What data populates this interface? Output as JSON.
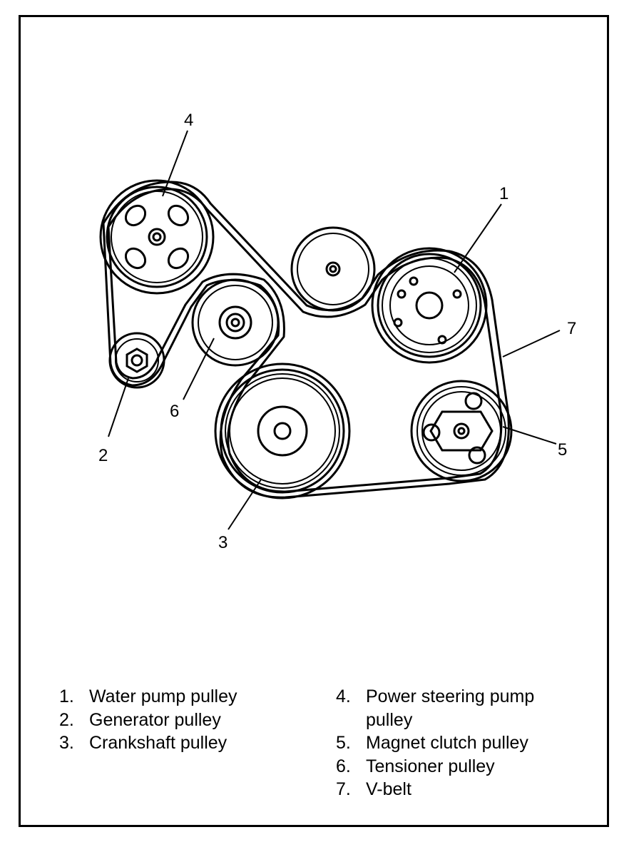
{
  "callouts": [
    "4",
    "1",
    "7",
    "2",
    "6",
    "5",
    "3"
  ],
  "legend": {
    "left": [
      {
        "num": "1.",
        "text": "Water pump pulley"
      },
      {
        "num": "2.",
        "text": "Generator pulley"
      },
      {
        "num": "3.",
        "text": "Crankshaft pulley"
      }
    ],
    "right": [
      {
        "num": "4.",
        "text": "Power steering pump pulley"
      },
      {
        "num": "5.",
        "text": "Magnet clutch pulley"
      },
      {
        "num": "6.",
        "text": "Tensioner pulley"
      },
      {
        "num": "7.",
        "text": "V-belt"
      }
    ]
  }
}
